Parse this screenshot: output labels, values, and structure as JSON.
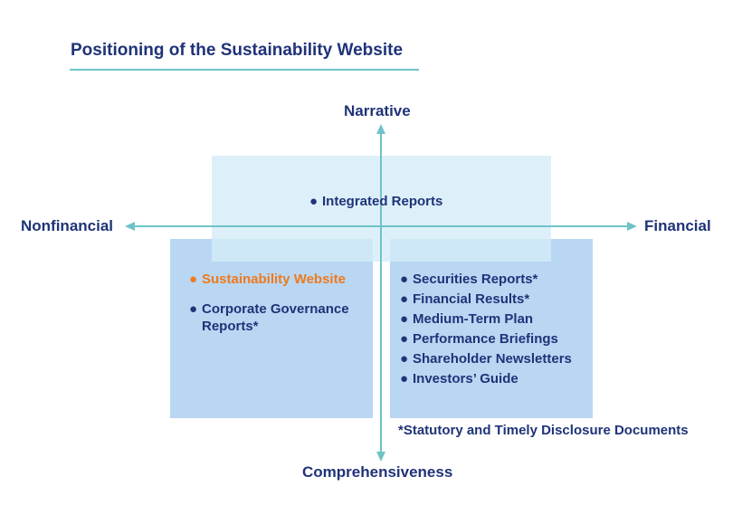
{
  "title": "Positioning of the Sustainability Website",
  "axes": {
    "top": "Narrative",
    "bottom": "Comprehensiveness",
    "left": "Nonfinancial",
    "right": "Financial"
  },
  "top_box": {
    "items": [
      "Integrated Reports"
    ]
  },
  "left_box": {
    "items": [
      {
        "line1": "Sustainability Website",
        "line2": "",
        "highlight": true
      },
      {
        "line1": "Corporate Governance",
        "line2": "Reports*",
        "highlight": false
      }
    ]
  },
  "right_box": {
    "items": [
      "Securities Reports*",
      "Financial Results*",
      "Medium-Term Plan",
      "Performance Briefings",
      "Shareholder Newsletters",
      "Investors’ Guide"
    ]
  },
  "footnote": "*Statutory and Timely Disclosure Documents",
  "colors": {
    "text": "#1f3378",
    "highlight": "#ee7a1c",
    "axis": "#6fc3c8",
    "box_fill": "#b9d7f3",
    "top_box_fill": "#d4ecf9"
  }
}
